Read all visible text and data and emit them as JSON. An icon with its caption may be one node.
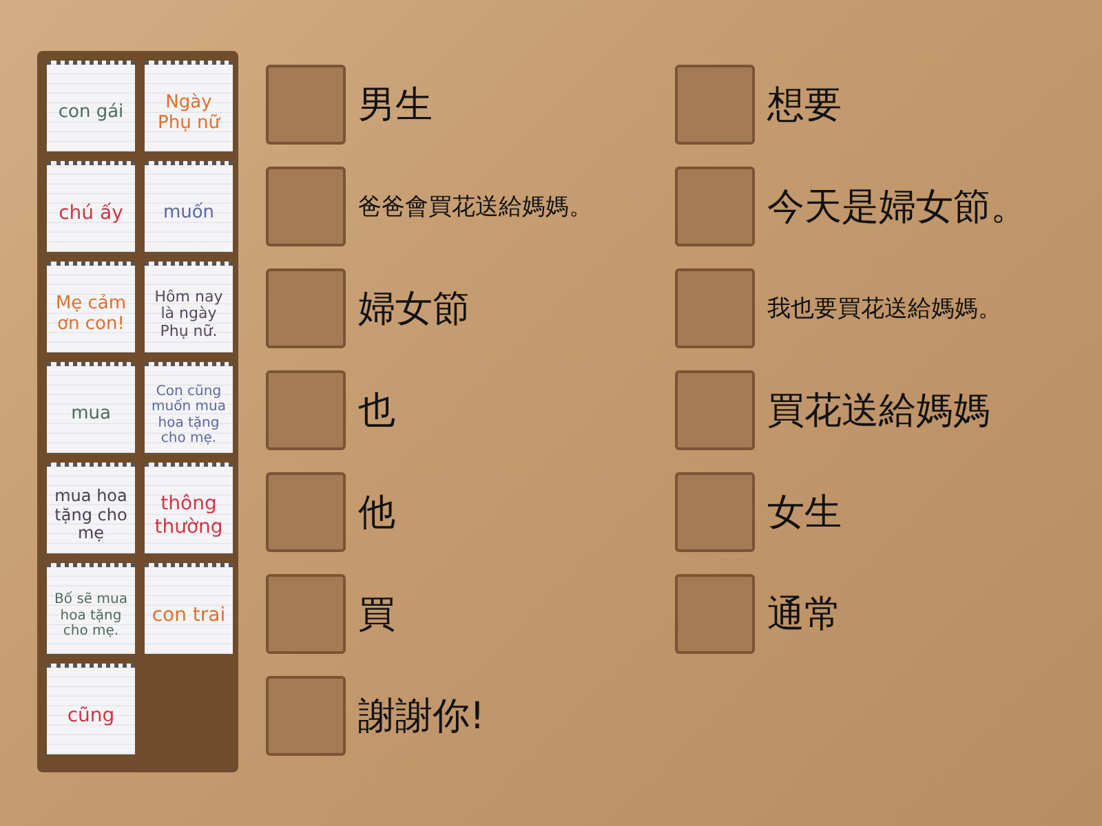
{
  "diagram": {
    "nodes": [
      {
        "text": [
          "con gái"
        ]
      },
      {
        "text": [
          "Ngày Phụ nữ"
        ]
      },
      {
        "text": [
          "chú ấy"
        ]
      },
      {
        "text": [
          "muốn"
        ]
      },
      {
        "text": [
          "Mẹ cảm ơn con!"
        ]
      },
      {
        "text": [
          "Hôm nay là ngày Phụ nữ."
        ]
      },
      {
        "text": [
          "mua"
        ]
      },
      {
        "text": [
          "Con cũng muốn mua hoa tặng cho mẹ."
        ]
      },
      {
        "text": [
          "mua hoa tặng cho mẹ"
        ]
      },
      {
        "text": [
          "thông thường"
        ]
      },
      {
        "text": [
          "Bố sẽ mua hoa tặng cho mẹ."
        ]
      },
      {
        "text": [
          "con trai"
        ]
      },
      {
        "text": [
          "cũng"
        ]
      },
      {
        "text": [],
        "shape": "box",
        "beside": [
          "男生"
        ]
      },
      {
        "text": [],
        "shape": "box",
        "beside": [
          "爸爸會買花送給媽媽。"
        ]
      },
      {
        "text": [],
        "shape": "box",
        "beside": [
          "婦女節"
        ]
      },
      {
        "text": [],
        "shape": "box",
        "beside": [
          "也"
        ]
      },
      {
        "text": [],
        "shape": "box",
        "beside": [
          "他"
        ]
      },
      {
        "text": [],
        "shape": "box",
        "beside": [
          "買"
        ]
      },
      {
        "text": [],
        "shape": "box",
        "beside": [
          "謝謝你!"
        ]
      },
      {
        "text": [],
        "shape": "box",
        "beside": [
          "想要"
        ]
      },
      {
        "text": [],
        "shape": "box",
        "beside": [
          "今天是婦女節。"
        ]
      },
      {
        "text": [],
        "shape": "box",
        "beside": [
          "我也要買花送給媽媽。"
        ]
      },
      {
        "text": [],
        "shape": "box",
        "beside": [
          "買花送給媽媽"
        ]
      },
      {
        "text": [],
        "shape": "box",
        "beside": [
          "女生"
        ]
      },
      {
        "text": [],
        "shape": "box",
        "beside": [
          "通常"
        ]
      }
    ]
  }
}
